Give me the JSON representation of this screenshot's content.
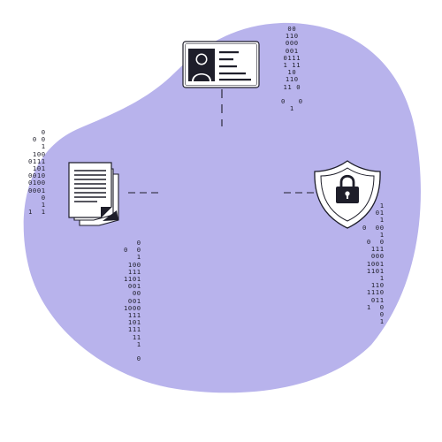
{
  "illustration": {
    "blob_color": "#b8b3ec",
    "line_color": "#1e1e2a",
    "icons": {
      "id_card": "id-card-icon",
      "documents": "documents-icon",
      "security_shield": "shield-lock-icon"
    },
    "binary_streams": {
      "top_right": "00\n110\n000\n001\n0111\n1 11\n10\n110\n11 0\n\n0   0\n1",
      "left": "0\n0 0\n1\n100\n0111\n101\n0010\n0100\n0001\n0\n1\n1  1",
      "bottom_left": "0\n0  0\n1\n100\n111\n1101\n001\n00\n001\n1000\n111\n101\n111\n11\n1\n\n0",
      "right": "1\n01\n1\n0  00\n1\n0  0\n111\n000\n1001\n1101\n1\n110\n1110\n011\n1  0\n0\n1"
    }
  }
}
